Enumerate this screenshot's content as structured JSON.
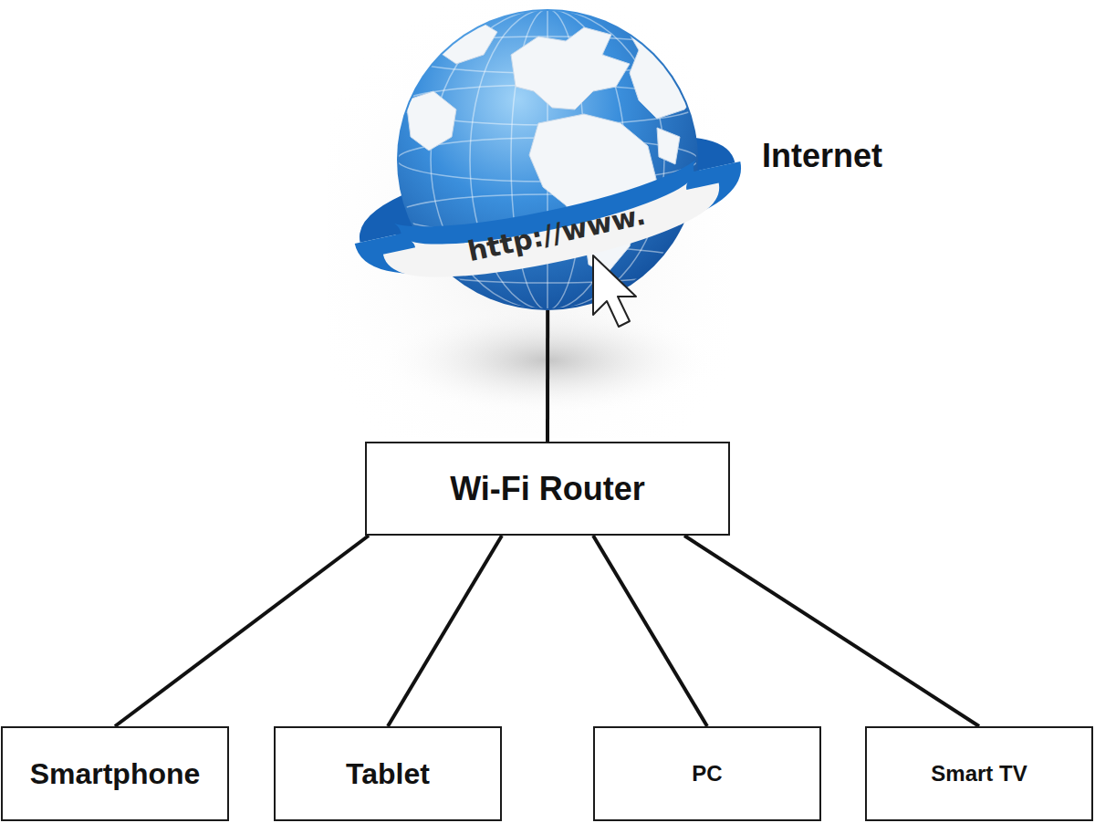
{
  "diagram": {
    "nodes": [
      {
        "text": [
          "Internet"
        ]
      },
      {
        "text": [
          "Wi-Fi Router"
        ]
      },
      {
        "text": [
          "Smartphone"
        ]
      },
      {
        "text": [
          "Tablet"
        ]
      },
      {
        "text": [
          "PC"
        ]
      },
      {
        "text": [
          "Smart TV"
        ]
      }
    ],
    "edges": [
      {
        "from": 0,
        "to": 1,
        "arrow": "none"
      },
      {
        "from": 1,
        "to": 2,
        "arrow": "none"
      },
      {
        "from": 1,
        "to": 3,
        "arrow": "none"
      },
      {
        "from": 1,
        "to": 4,
        "arrow": "none"
      },
      {
        "from": 1,
        "to": 5,
        "arrow": "none"
      }
    ],
    "labels": [
      "http://www."
    ]
  }
}
